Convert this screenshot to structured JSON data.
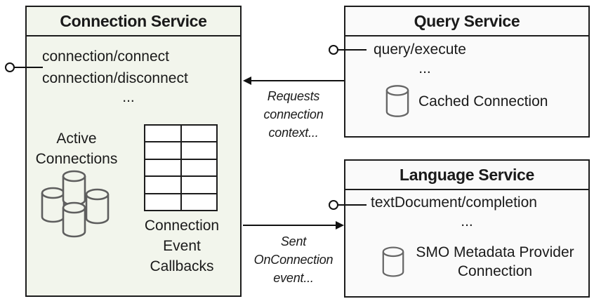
{
  "diagram": {
    "connection_service": {
      "title": "Connection Service",
      "method_1": "connection/connect",
      "method_2": "connection/disconnect",
      "ellipsis": "...",
      "active_connections_label": "Active Connections",
      "callbacks_label": "Connection Event Callbacks",
      "callbacks_table": {
        "rows": 5,
        "cols": 2
      }
    },
    "query_service": {
      "title": "Query Service",
      "method_1": "query/execute",
      "ellipsis": "...",
      "cached_connection_label": "Cached Connection"
    },
    "language_service": {
      "title": "Language Service",
      "method_1": "textDocument/completion",
      "ellipsis": "...",
      "smo_label": "SMO Metadata Provider Connection"
    },
    "arrows": {
      "requests_label": "Requests connection context...",
      "sent_label": "Sent OnConnection event..."
    },
    "colors": {
      "connection_box_fill": "#f2f5ec",
      "service_box_fill": "#fafafa",
      "border": "#1c1c1c",
      "cylinder_stroke": "#666666"
    }
  }
}
